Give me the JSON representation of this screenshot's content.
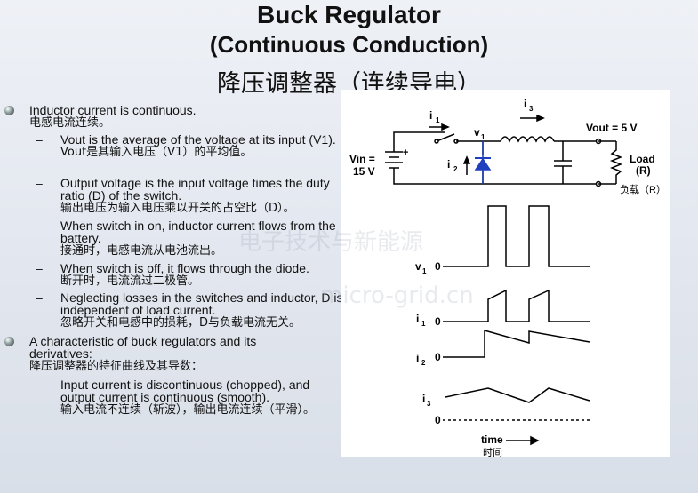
{
  "title_en_1": "Buck Regulator",
  "title_en_2": "(Continuous Conduction)",
  "title_cn": "降压调整器（连续导电）",
  "bullets": [
    {
      "text": "Inductor current is continuous.",
      "cn": "电感电流连续。",
      "subs": [
        {
          "text": "Vout is the average of the voltage at its input (V1).",
          "cn": "Vout是其输入电压（V1）的平均值。"
        },
        {
          "text": "Output voltage is the input voltage times the duty ratio (D) of the switch.",
          "cn": "输出电压为输入电压乘以开关的占空比（D）。"
        },
        {
          "text": "When switch in on, inductor current flows from the battery.",
          "cn": "接通时，电感电流从电池流出。"
        },
        {
          "text": "When switch is off, it flows through the diode.",
          "cn": "断开时，电流流过二极管。"
        },
        {
          "text": "Neglecting losses in the switches and inductor, D is independent of load current.",
          "cn": "忽略开关和电感中的损耗，D与负载电流无关。"
        }
      ]
    },
    {
      "text": "A characteristic of buck regulators and its derivatives:",
      "cn": "降压调整器的特征曲线及其导数：",
      "subs": [
        {
          "text": "Input current is discontinuous (chopped), and output current is continuous (smooth).",
          "cn": "输入电流不连续（斩波），输出电流连续（平滑）。"
        }
      ]
    }
  ],
  "circuit": {
    "vin_label": "Vin =",
    "vin_value": "15 V",
    "vout_label": "Vout  = 5 V",
    "load_label": "Load",
    "load_r": "(R)",
    "load_cn": "负载（R）",
    "i1": "i",
    "i1_sub": "1",
    "i2": "i",
    "i2_sub": "2",
    "i3": "i",
    "i3_sub": "3",
    "v1": "v",
    "v1_sub": "1"
  },
  "waveforms": {
    "v1_label": "v",
    "v1_sub": "1",
    "i1_label": "i",
    "i1_sub": "1",
    "i2_label": "i",
    "i2_sub": "2",
    "i3_label": "i",
    "i3_sub": "3",
    "zero": "0",
    "time_label": "time",
    "time_cn": "时间"
  },
  "watermark_1": "电子技术与新能源",
  "watermark_2": "micro-grid.cn",
  "colors": {
    "diode": "#1f3fbf",
    "panel_bg": "#ffffff"
  }
}
